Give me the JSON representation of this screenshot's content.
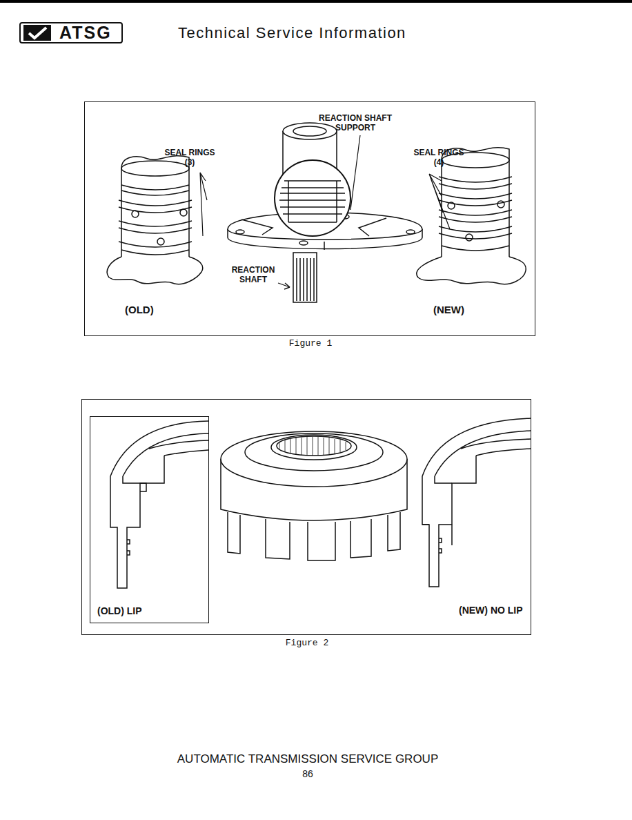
{
  "diagram": {
    "title": "Technical Service Information",
    "nodes": [
      {
        "text": [
          "ATSG"
        ]
      },
      {
        "text": [
          "REACTION SHAFT SUPPORT",
          "SEAL RINGS (3)",
          "SEAL RINGS (4)",
          "REACTION SHAFT",
          "(OLD)",
          "(NEW)",
          "Figure 1"
        ]
      },
      {
        "text": [
          "(NEW) NO LIP",
          "Figure 2"
        ]
      },
      {
        "text": [
          "(OLD) LIP"
        ],
        "in": 2
      }
    ],
    "labels": [
      "AUTOMATIC TRANSMISSION SERVICE GROUP",
      "86"
    ]
  }
}
